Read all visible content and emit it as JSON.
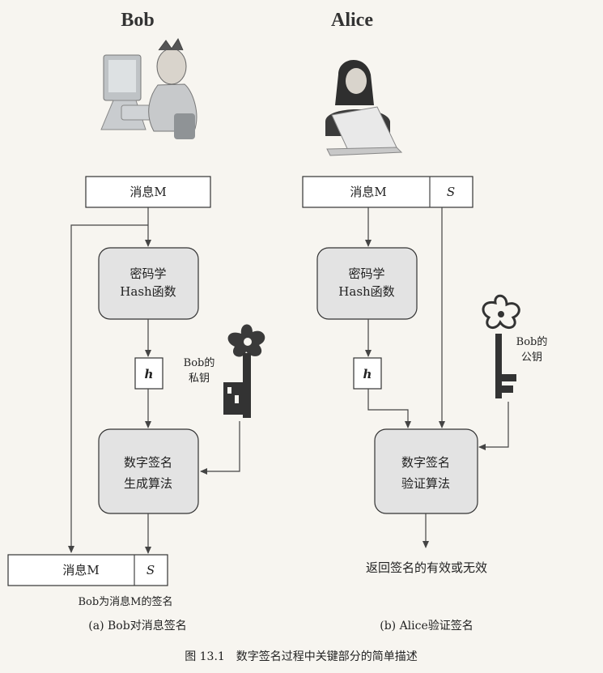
{
  "bob": {
    "name": "Bob",
    "message_box": "消息M",
    "hash_box_line1": "密码学",
    "hash_box_line2": "Hash函数",
    "h_label": "h",
    "key_label_line1": "Bob的",
    "key_label_line2": "私钥",
    "sign_box_line1": "数字签名",
    "sign_box_line2": "生成算法",
    "output_message": "消息M",
    "output_signature": "S",
    "output_caption": "Bob为消息M的签名",
    "sub_caption": "(a) Bob对消息签名"
  },
  "alice": {
    "name": "Alice",
    "message_box": "消息M",
    "signature_box": "S",
    "hash_box_line1": "密码学",
    "hash_box_line2": "Hash函数",
    "h_label": "h",
    "key_label_line1": "Bob的",
    "key_label_line2": "公钥",
    "verify_box_line1": "数字签名",
    "verify_box_line2": "验证算法",
    "result": "返回签名的有效或无效",
    "sub_caption": "(b) Alice验证签名"
  },
  "figure_caption": "图 13.1　数字签名过程中关键部分的简单描述"
}
